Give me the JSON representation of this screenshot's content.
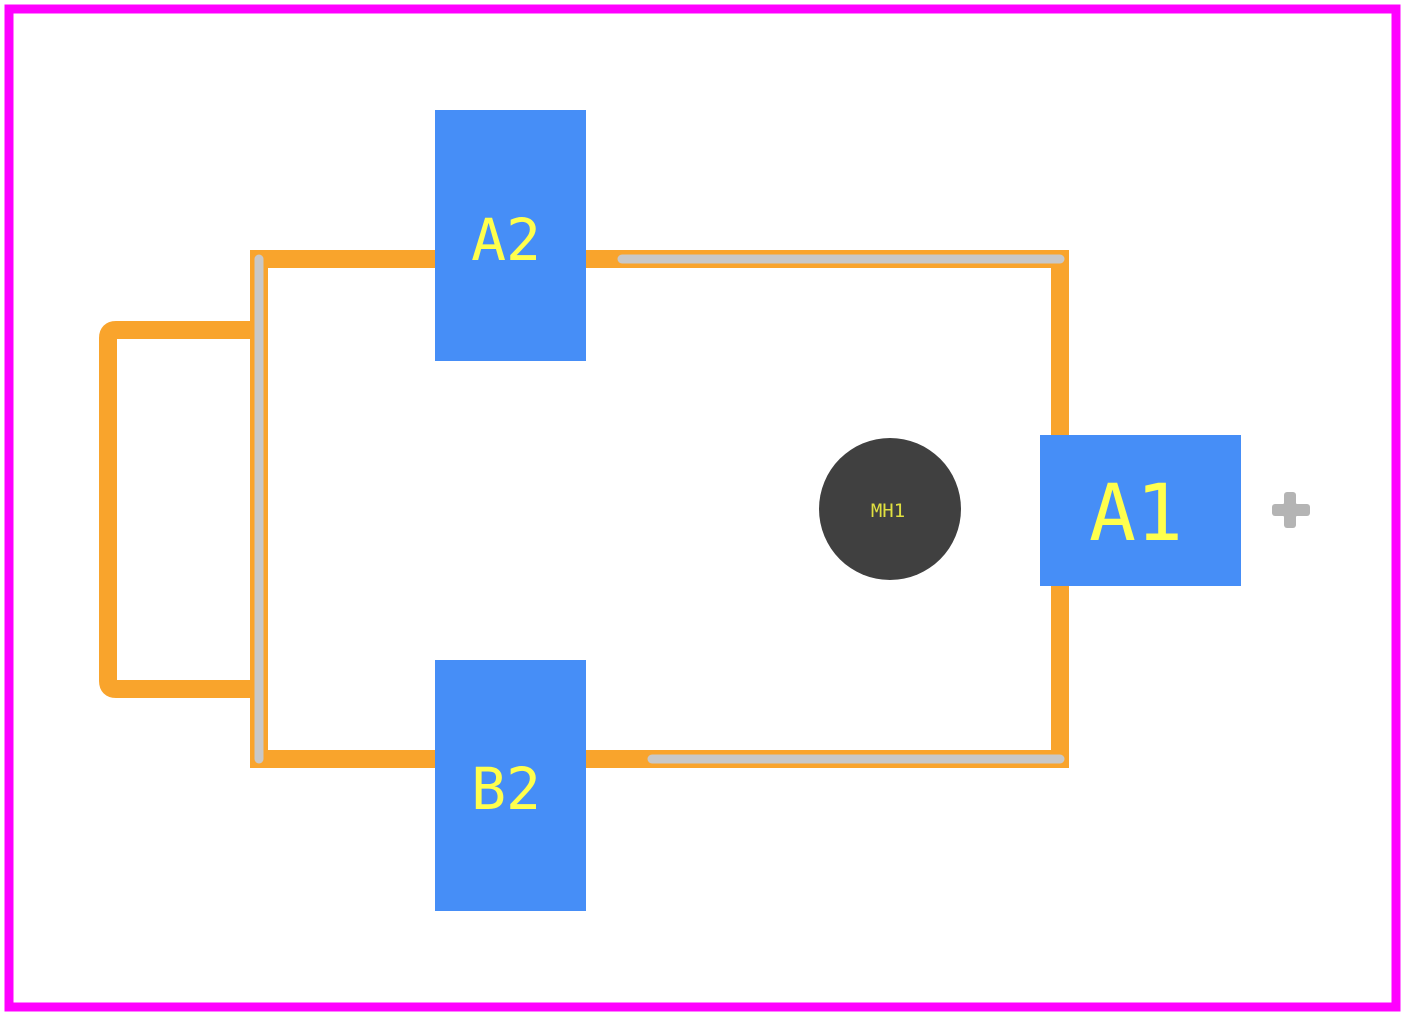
{
  "colors": {
    "board_outline": "#ff00ff",
    "courtyard": "#f9a42c",
    "silkscreen": "#c8c8c8",
    "pad": "#468ef7",
    "pad_text": "#ffff4d",
    "mounting_hole": "#404040",
    "mounting_hole_text": "#e0e040",
    "origin_marker": "#b4b4b4"
  },
  "pads": [
    {
      "id": "A2",
      "label": "A2"
    },
    {
      "id": "A1",
      "label": "A1"
    },
    {
      "id": "B2",
      "label": "B2"
    }
  ],
  "mounting_hole": {
    "label": "MH1"
  },
  "origin_marker": {
    "icon": "origin-crosshair-icon"
  }
}
